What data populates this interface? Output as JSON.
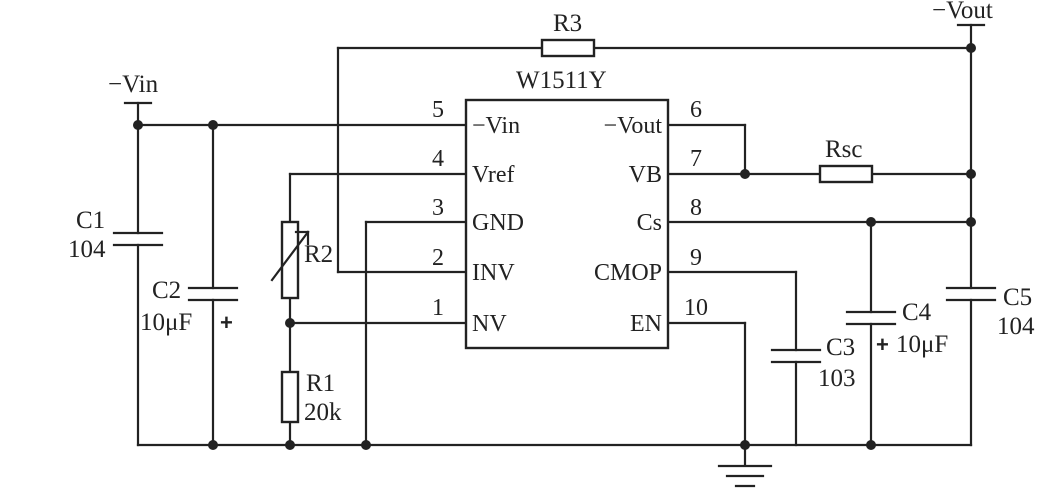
{
  "chip": {
    "name": "W1511Y",
    "left_pins": [
      {
        "num": "5",
        "label": "−Vin"
      },
      {
        "num": "4",
        "label": "Vref"
      },
      {
        "num": "3",
        "label": "GND"
      },
      {
        "num": "2",
        "label": "INV"
      },
      {
        "num": "1",
        "label": "NV"
      }
    ],
    "right_pins": [
      {
        "num": "6",
        "label": "−Vout"
      },
      {
        "num": "7",
        "label": "VB"
      },
      {
        "num": "8",
        "label": "Cs"
      },
      {
        "num": "9",
        "label": "CMOP"
      },
      {
        "num": "10",
        "label": "EN"
      }
    ]
  },
  "supplies": {
    "input": "−Vin",
    "output": "−Vout"
  },
  "components": {
    "r3": {
      "name": "R3"
    },
    "rsc": {
      "name": "Rsc"
    },
    "r2": {
      "name": "R2"
    },
    "r1": {
      "name": "R1",
      "value": "20k"
    },
    "c1": {
      "name": "C1",
      "value": "104"
    },
    "c2": {
      "name": "C2",
      "value": "10μF",
      "polarity": "+"
    },
    "c3": {
      "name": "C3",
      "value": "103"
    },
    "c4": {
      "name": "C4",
      "value": "10μF",
      "polarity": "+"
    },
    "c5": {
      "name": "C5",
      "value": "104"
    }
  }
}
